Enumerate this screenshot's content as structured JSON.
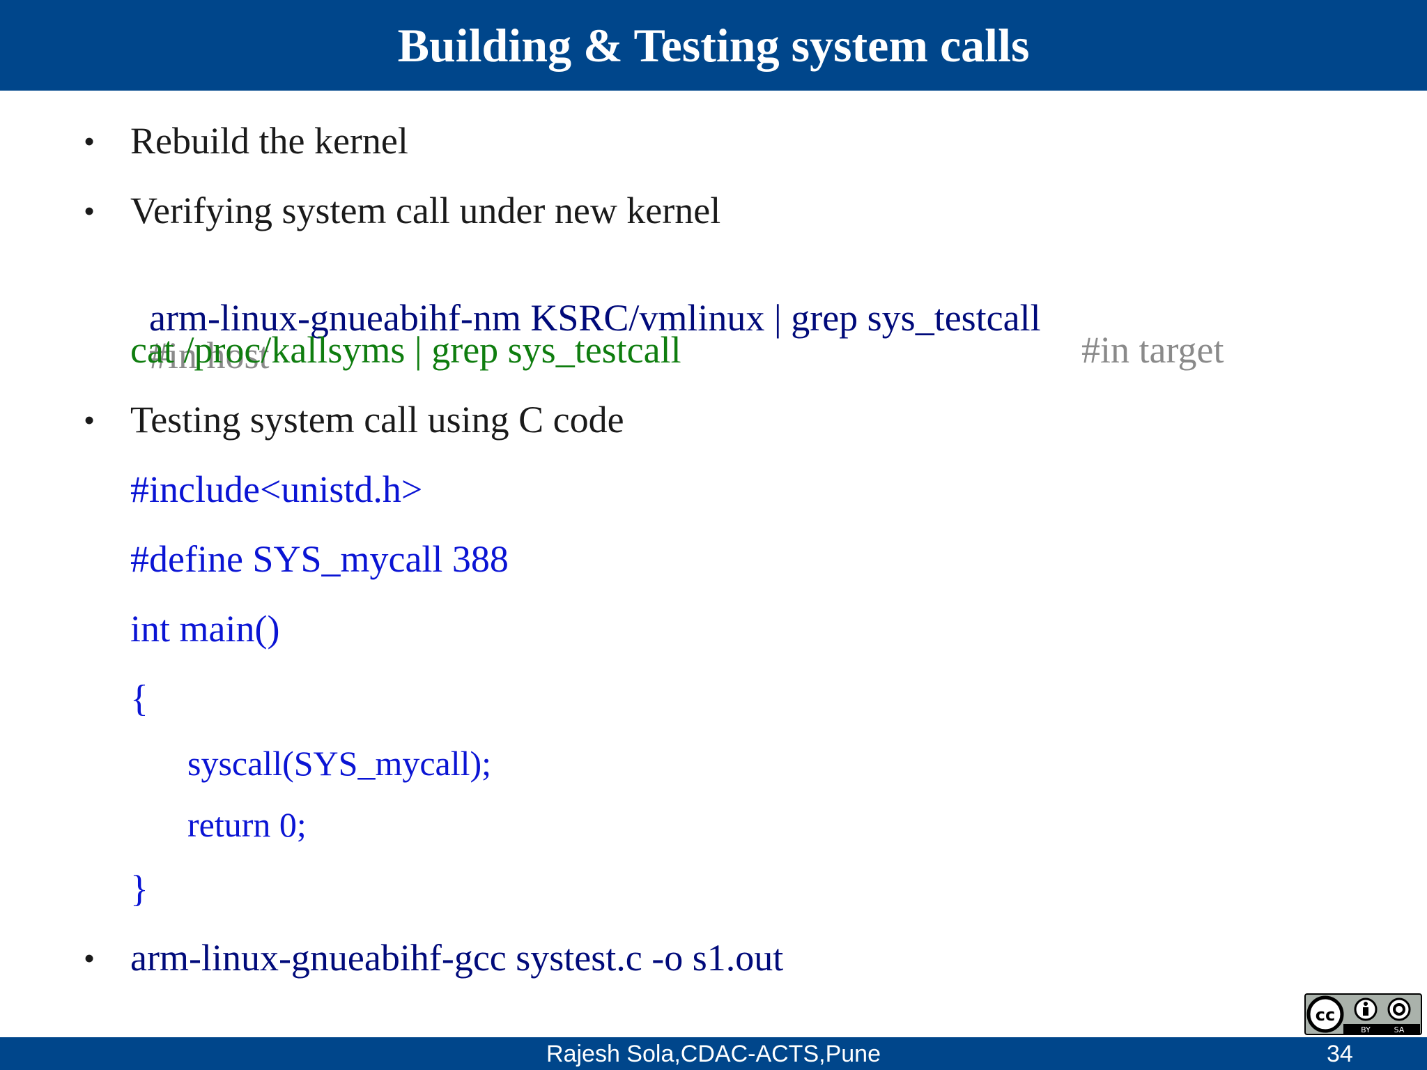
{
  "slide": {
    "title": "Building & Testing system calls",
    "bullet_symbol": "•",
    "lines": {
      "rebuild": "Rebuild the kernel",
      "verify": "Verifying system call under new kernel",
      "nm_cmd": "arm-linux-gnueabihf-nm KSRC/vmlinux | grep sys_testcall",
      "nm_comment": "#in host",
      "cat_cmd": "cat /proc/kallsyms | grep sys_testcall",
      "cat_comment": "#in target",
      "testing": "Testing system call using C code",
      "code_include": "#include<unistd.h>",
      "code_define": "#define SYS_mycall 388",
      "code_main": "int main()",
      "code_open": "{",
      "code_syscall": "syscall(SYS_mycall);",
      "code_return": "return 0;",
      "code_close": "}",
      "gcc_cmd": "arm-linux-gnueabihf-gcc systest.c -o s1.out"
    }
  },
  "footer": {
    "author": "Rajesh Sola,CDAC-ACTS,Pune",
    "page_number": "34"
  },
  "license_badge": {
    "icon": "cc-by-sa-icon",
    "labels": [
      "BY",
      "SA"
    ]
  },
  "colors": {
    "header_bg": "#00468b",
    "text_dark": "#1a1a1a",
    "navy": "#000a7a",
    "green": "#0f7d0f",
    "blue": "#0a14d4",
    "gray": "#8a8a8a"
  }
}
